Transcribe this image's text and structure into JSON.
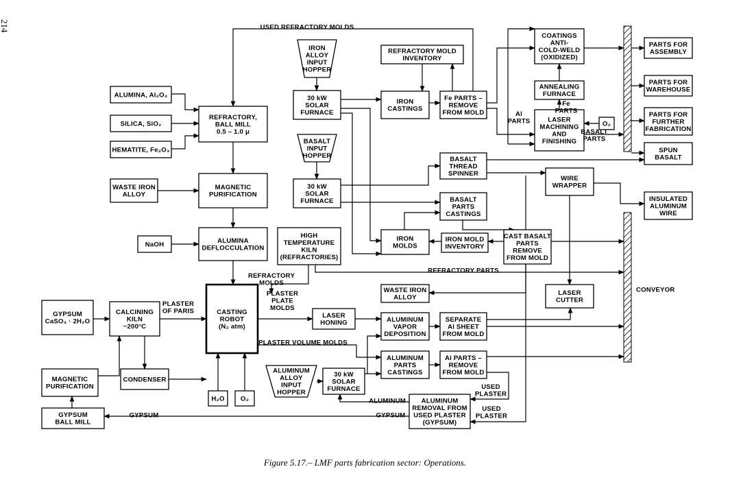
{
  "page_number": "214",
  "caption": "Figure 5.17.– LMF parts fabrication sector: Operations.",
  "boxes": [
    {
      "id": "alumina",
      "lines": [
        "ALUMINA, Al₂O₃"
      ]
    },
    {
      "id": "silica",
      "lines": [
        "SILICA, SiO₂"
      ]
    },
    {
      "id": "hematite",
      "lines": [
        "HEMATITE, Fe₂O₃"
      ]
    },
    {
      "id": "refractory_ball_mill",
      "lines": [
        "REFRACTORY,",
        "BALL MILL",
        "0.5 – 1.0 μ"
      ]
    },
    {
      "id": "waste_iron_alloy",
      "lines": [
        "WASTE IRON",
        "ALLOY"
      ]
    },
    {
      "id": "magnetic_purification_top",
      "lines": [
        "MAGNETIC",
        "PURIFICATION"
      ]
    },
    {
      "id": "naoh",
      "lines": [
        "NaOH"
      ]
    },
    {
      "id": "alumina_deflocculation",
      "lines": [
        "ALUMINA",
        "DEFLOCCULATION"
      ]
    },
    {
      "id": "gypsum",
      "lines": [
        "GYPSUM",
        "CaSO₄ · 2H₂O"
      ]
    },
    {
      "id": "calcining_kiln",
      "lines": [
        "CALCINING",
        "KILN",
        "~200°C"
      ]
    },
    {
      "id": "casting_robot",
      "lines": [
        "CASTING",
        "ROBOT",
        "(N₂ atm)"
      ]
    },
    {
      "id": "magnetic_purification_bottom",
      "lines": [
        "MAGNETIC",
        "PURIFICATION"
      ]
    },
    {
      "id": "condenser",
      "lines": [
        "CONDENSER"
      ]
    },
    {
      "id": "h2o",
      "lines": [
        "H₂O"
      ]
    },
    {
      "id": "o2_bottom",
      "lines": [
        "O₂"
      ]
    },
    {
      "id": "gypsum_ball_mill",
      "lines": [
        "GYPSUM",
        "BALL MILL"
      ]
    },
    {
      "id": "iron_alloy_hopper",
      "lines": [
        "IRON",
        "ALLOY",
        "INPUT",
        "HOPPER"
      ]
    },
    {
      "id": "solar_furnace_1",
      "lines": [
        "30 kW",
        "SOLAR",
        "FURNACE"
      ]
    },
    {
      "id": "basalt_hopper",
      "lines": [
        "BASALT",
        "INPUT",
        "HOPPER"
      ]
    },
    {
      "id": "solar_furnace_2",
      "lines": [
        "30 kW",
        "SOLAR",
        "FURNACE"
      ]
    },
    {
      "id": "high_temp_kiln",
      "lines": [
        "HIGH",
        "TEMPERATURE",
        "KILN",
        "(REFRACTORIES)"
      ]
    },
    {
      "id": "refractory_mold_inventory",
      "lines": [
        "REFRACTORY MOLD",
        "INVENTORY"
      ]
    },
    {
      "id": "iron_castings",
      "lines": [
        "IRON",
        "CASTINGS"
      ]
    },
    {
      "id": "fe_parts",
      "lines": [
        "Fe PARTS –",
        "REMOVE",
        "FROM MOLD"
      ]
    },
    {
      "id": "basalt_thread_spinner",
      "lines": [
        "BASALT",
        "THREAD",
        "SPINNER"
      ]
    },
    {
      "id": "basalt_parts_castings",
      "lines": [
        "BASALT",
        "PARTS",
        "CASTINGS"
      ]
    },
    {
      "id": "iron_molds",
      "lines": [
        "IRON",
        "MOLDS"
      ]
    },
    {
      "id": "iron_mold_inventory",
      "lines": [
        "IRON MOLD",
        "INVENTORY"
      ]
    },
    {
      "id": "cast_basalt_parts",
      "lines": [
        "CAST BASALT",
        "PARTS",
        "REMOVE",
        "FROM MOLD"
      ]
    },
    {
      "id": "waste_iron_alloy_2",
      "lines": [
        "WASTE IRON",
        "ALLOY"
      ]
    },
    {
      "id": "laser_honing",
      "lines": [
        "LASER",
        "HONING"
      ]
    },
    {
      "id": "aluminum_vapor_deposition",
      "lines": [
        "ALUMINUM",
        "VAPOR",
        "DEPOSITION"
      ]
    },
    {
      "id": "separate_al_sheet",
      "lines": [
        "SEPARATE",
        "Al SHEET",
        "FROM MOLD"
      ]
    },
    {
      "id": "aluminum_parts_castings",
      "lines": [
        "ALUMINUM",
        "PARTS",
        "CASTINGS"
      ]
    },
    {
      "id": "al_parts_remove",
      "lines": [
        "Al PARTS –",
        "REMOVE",
        "FROM MOLD"
      ]
    },
    {
      "id": "aluminum_alloy_hopper",
      "lines": [
        "ALUMINUM",
        "ALLOY",
        "INPUT",
        "HOPPER"
      ]
    },
    {
      "id": "solar_furnace_3",
      "lines": [
        "30 kW",
        "SOLAR",
        "FURNACE"
      ]
    },
    {
      "id": "aluminum_removal",
      "lines": [
        "ALUMINUM",
        "REMOVAL FROM",
        "USED PLASTER",
        "(GYPSUM)"
      ]
    },
    {
      "id": "coatings",
      "lines": [
        "COATINGS",
        "ANTI-",
        "COLD-WELD",
        "(OXIDIZED)"
      ]
    },
    {
      "id": "annealing_furnace",
      "lines": [
        "ANNEALING",
        "FURNACE"
      ]
    },
    {
      "id": "laser_machining",
      "lines": [
        "LASER",
        "MACHINING",
        "AND",
        "FINISHING"
      ]
    },
    {
      "id": "o2_top",
      "lines": [
        "O₂"
      ]
    },
    {
      "id": "wire_wrapper",
      "lines": [
        "WIRE",
        "WRAPPER"
      ]
    },
    {
      "id": "laser_cutter",
      "lines": [
        "LASER",
        "CUTTER"
      ]
    },
    {
      "id": "parts_assembly",
      "lines": [
        "PARTS FOR",
        "ASSEMBLY"
      ]
    },
    {
      "id": "parts_warehouse",
      "lines": [
        "PARTS FOR",
        "WAREHOUSE"
      ]
    },
    {
      "id": "parts_fabrication",
      "lines": [
        "PARTS FOR",
        "FURTHER",
        "FABRICATION"
      ]
    },
    {
      "id": "spun_basalt",
      "lines": [
        "SPUN",
        "BASALT"
      ]
    },
    {
      "id": "insulated_wire",
      "lines": [
        "INSULATED",
        "ALUMINUM",
        "WIRE"
      ]
    }
  ],
  "labels": [
    {
      "id": "used_refractory_molds",
      "lines": [
        "USED REFRACTORY MOLDS"
      ]
    },
    {
      "id": "refractory_molds",
      "lines": [
        "REFRACTORY",
        "MOLDS"
      ]
    },
    {
      "id": "plaster_of_paris",
      "lines": [
        "PLASTER",
        "OF PARIS"
      ]
    },
    {
      "id": "plaster_plate_molds",
      "lines": [
        "PLASTER",
        "PLATE",
        "MOLDS"
      ]
    },
    {
      "id": "plaster_volume_molds",
      "lines": [
        "PLASTER VOLUME MOLDS"
      ]
    },
    {
      "id": "refractory_parts",
      "lines": [
        "REFRACTORY PARTS"
      ]
    },
    {
      "id": "aluminum",
      "lines": [
        "ALUMINUM"
      ]
    },
    {
      "id": "gypsum_line_right",
      "lines": [
        "GYPSUM"
      ]
    },
    {
      "id": "gypsum_line_left",
      "lines": [
        "GYPSUM"
      ]
    },
    {
      "id": "used_plaster_1",
      "lines": [
        "USED",
        "PLASTER"
      ]
    },
    {
      "id": "used_plaster_2",
      "lines": [
        "USED",
        "PLASTER"
      ]
    },
    {
      "id": "al_parts",
      "lines": [
        "Al",
        "PARTS"
      ]
    },
    {
      "id": "fe_parts_label",
      "lines": [
        "Fe",
        "PARTS"
      ]
    },
    {
      "id": "basalt_parts",
      "lines": [
        "BASALT",
        "PARTS"
      ]
    },
    {
      "id": "conveyor",
      "lines": [
        "CONVEYOR"
      ]
    }
  ]
}
